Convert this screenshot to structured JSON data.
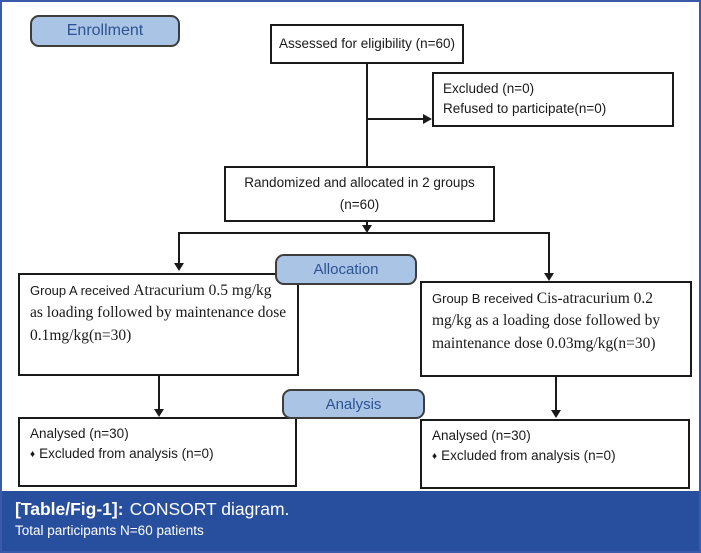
{
  "diagram": {
    "stages": {
      "enrollment": "Enrollment",
      "allocation": "Allocation",
      "analysis": "Analysis"
    },
    "assessed": {
      "text": "Assessed for eligibility (n=60)"
    },
    "excluded": {
      "lines": [
        "Excluded (n=0)",
        "Refused to participate(n=0)"
      ]
    },
    "randomized": {
      "lines": [
        "Randomized and allocated in 2 groups",
        "(n=60)"
      ]
    },
    "group_a": {
      "intro": "Group A received ",
      "detail": "Atracurium 0.5 mg/kg as loading followed by maintenance dose 0.1mg/kg(n=30)"
    },
    "group_b": {
      "intro": "Group B received ",
      "detail": "Cis-atracurium 0.2 mg/kg as a loading dose followed by maintenance dose 0.03mg/kg(n=30)"
    },
    "analysed_a": {
      "line1": "Analysed (n=30)",
      "bullet": "♦",
      "line2": "Excluded from analysis (n=0)"
    },
    "analysed_b": {
      "line1": "Analysed (n=30)",
      "bullet": "♦",
      "line2": "Excluded from analysis (n=0)"
    }
  },
  "caption": {
    "label": "[Table/Fig-1]:",
    "title": "CONSORT diagram.",
    "subtitle": "Total participants N=60 patients"
  },
  "colors": {
    "stage_fill": "#aac4e6",
    "stage_border": "#3d3d3d",
    "stage_text": "#2d5291",
    "caption_bar": "#274f9e",
    "figure_border": "#3a5ba9",
    "box_border": "#1a1a1a"
  }
}
